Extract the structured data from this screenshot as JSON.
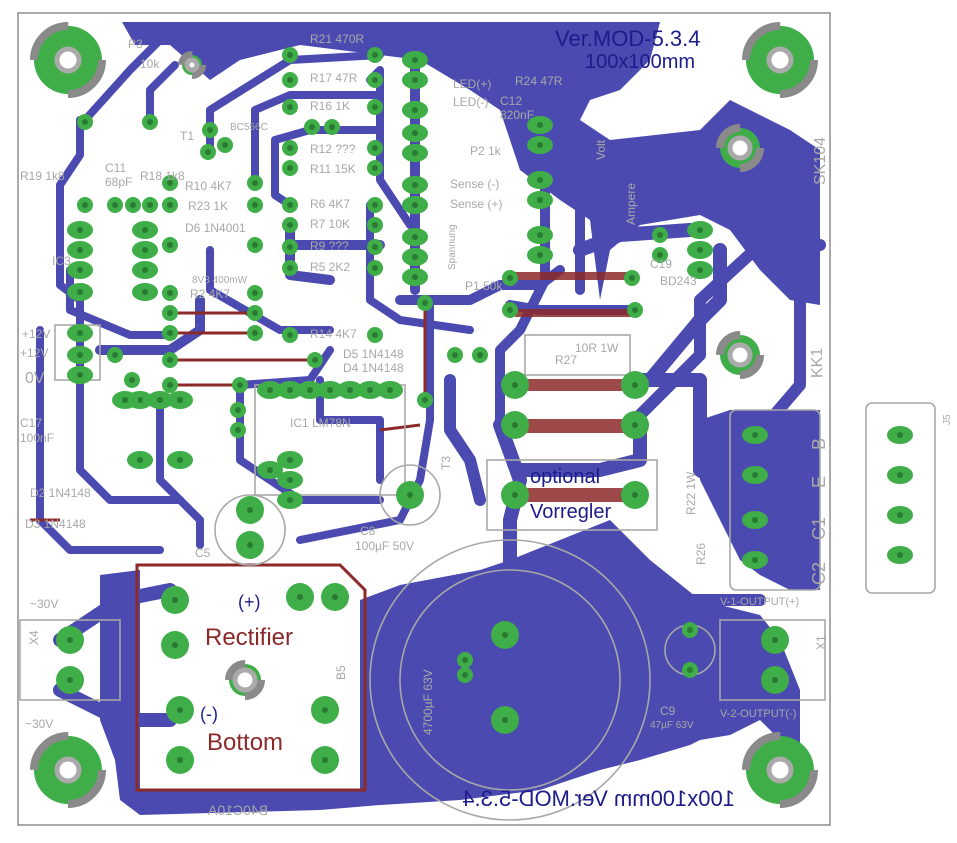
{
  "board": {
    "version_top": "Ver.MOD-5.3.4",
    "size_top": "100x100mm",
    "bottom_mirrored": "100x100mm Ver.MOD-5.3.4",
    "colors": {
      "copper_bottom": "#4a4ab0",
      "pad": "#3fae49",
      "via_top": "#8c2a2a",
      "silk": "#a8a8a8",
      "outline": "#707070"
    }
  },
  "labels": {
    "rectifier": "Rectifier",
    "bottom": "Bottom",
    "plus": "(+)",
    "minus": "(-)",
    "ac_top": "~30V",
    "ac_bottom": "~30V",
    "optional": "optional",
    "vorregler": "Vorregler",
    "b40c10a": "B40C10A",
    "b5": "B5",
    "sk104": "SK104",
    "kk1": "KK1",
    "e": "E",
    "b": "B",
    "c1": "C1",
    "c2": "C2",
    "out1": "V-1-OUTPUT(+)",
    "out2": "V-2-OUTPUT(-)",
    "x1": "X1",
    "x4": "X4",
    "j5": "J5",
    "v12a": "+12V",
    "v12b": "+12V",
    "v0": "0V",
    "cap_big": "4700µF 63V",
    "c9": "C9",
    "c9v": "47µF 63V",
    "c5": "C5",
    "c8": "C8",
    "c8v": "100µF 50V",
    "r27": "R27",
    "r27v": "10R 1W",
    "r26": "R26",
    "r22": "R22 1W",
    "sense_m": "Sense (-)",
    "sense_p": "Sense (+)",
    "r24": "R24 47R",
    "c12": "C12",
    "c12v": "820nF",
    "led_p": "LED(+)",
    "led_m": "LED(-)",
    "r21": "R21 470R",
    "r17": "R17 47R",
    "r16": "R16 1K",
    "r12": "R12 ???",
    "r11": "R11 15K",
    "r6": "R6 4K7",
    "r7": "R7 10K",
    "r9": "R9 ???",
    "r5": "R5 2K2",
    "r14": "R14 4K7",
    "r10": "R10 4K7",
    "r23": "R23 1K",
    "r2": "R2 4K7",
    "d6": "D6 1N4001",
    "zd": "8V3 400mW",
    "d5": "D5 1N4148",
    "d4": "D4 1N4148",
    "d2": "D2 1N4148",
    "d3": "D3 1N4148",
    "ic3": "IC3",
    "ic1": "IC1 LM78N",
    "c11": "C11",
    "c11v": "68pF",
    "c17": "C17",
    "c17v": "100nF",
    "t1": "T1",
    "t1v": "BC556C",
    "p3": "P3",
    "p3v": "10k",
    "p2": "P2 1k",
    "p1": "P1 50k",
    "r19": "R19 1k8",
    "r18": "R18 1k8",
    "volt": "Volt",
    "ampere": "Ampere",
    "bd": "BD243",
    "c19": "C19",
    "spannung": "Spannung",
    "t3": "T3"
  }
}
